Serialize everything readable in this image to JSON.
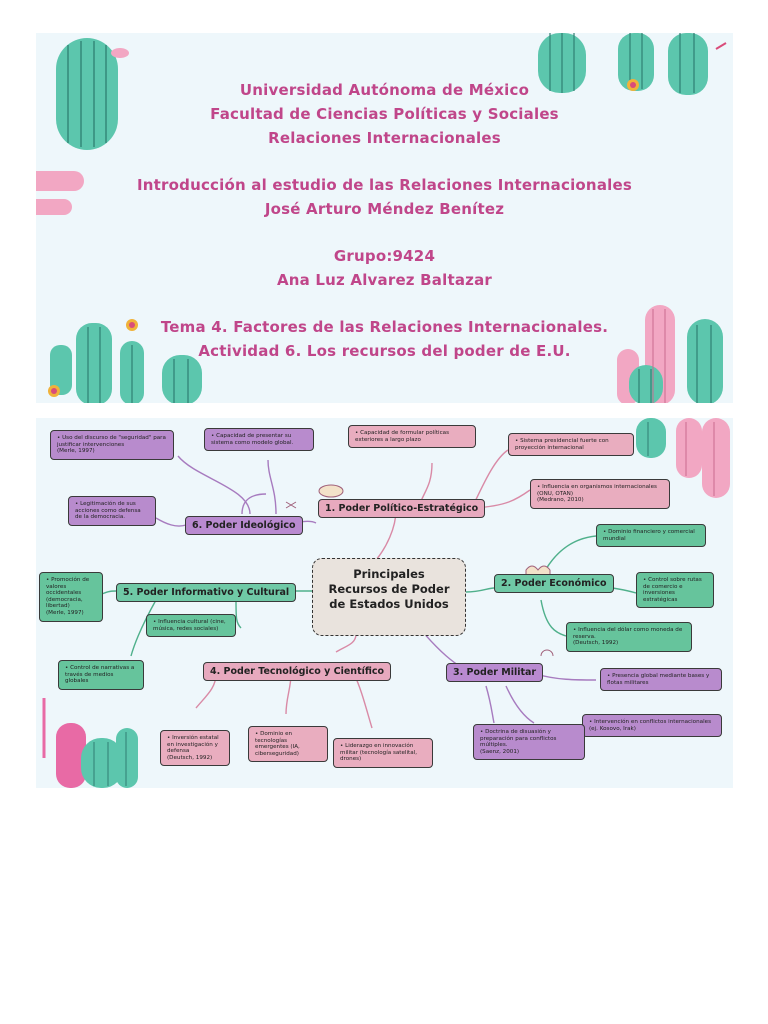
{
  "cover": {
    "lines": [
      "Universidad Autónoma de México",
      "Facultad de Ciencias Políticas y Sociales",
      "Relaciones Internacionales",
      "Introducción al estudio de las Relaciones Internacionales",
      "José Arturo Méndez Benítez",
      "Grupo:9424",
      "Ana Luz Alvarez Baltazar",
      "Tema 4. Factores de las Relaciones Internacionales.",
      "Actividad 6. Los recursos del poder de E.U."
    ]
  },
  "map": {
    "center": [
      "Principales",
      "Recursos de Poder",
      "de Estados Unidos"
    ],
    "main_nodes": {
      "politico": "1. Poder Político-Estratégico",
      "economico": "2. Poder Económico",
      "militar": "3. Poder Militar",
      "tecnologico": "4. Poder Tecnológico y Científico",
      "informativo": "5. Poder Informativo y Cultural",
      "ideologico": "6. Poder Ideológico"
    },
    "leaves": {
      "pol_formular": "Capacidad de formular políticas exteriores a largo plazo",
      "pol_presidencial": "Sistema presidencial fuerte con proyección internacional",
      "pol_organismos": "Influencia en organismos internacionales (ONU, OTAN)",
      "pol_cita": "(Medrano, 2010)",
      "eco_financiero": "Dominio financiero y comercial mundial",
      "eco_control": "Control sobre rutas de comercio e inversiones estratégicas",
      "eco_dolar": "Influencia del dólar como moneda de reserva.",
      "eco_cita": "(Deutsch, 1992)",
      "mil_presencia": "Presencia global mediante bases y flotas militares",
      "mil_intervencion": "Intervención en conflictos internacionales",
      "mil_intervencion_ej": "(ej. Kosovo, Irak)",
      "mil_doctrina": "Doctrina de disuasión y preparación para conflictos múltiples.",
      "mil_cita": "(Saenz, 2001)",
      "tec_inversion": "Inversión estatal en investigación y defensa",
      "tec_cita": "(Deutsch, 1992)",
      "tec_dominio": "Dominio en tecnologías emergentes (IA, ciberseguridad)",
      "tec_liderazgo": "Liderazgo en innovación militar (tecnología satelital, drones)",
      "inf_promocion": "Promoción de valores occidentales (democracia, libertad)",
      "inf_cita": "(Merle, 1997)",
      "inf_cultural": "Influencia cultural (cine, música, redes sociales)",
      "inf_control": "Control de narrativas a través de medios globales",
      "ide_uso": "Uso del discurso de \"seguridad\" para justificar intervenciones",
      "ide_cita": "(Merle, 1997)",
      "ide_capacidad": "Capacidad de presentar su sistema como modelo global.",
      "ide_legitimacion": "Legitimación de sus acciones como defensa de la democracia."
    }
  },
  "colors": {
    "title": "#c0468a",
    "green": "#66c49c",
    "pink": "#e9adbf",
    "purple": "#b88bcd",
    "background": "#eef7fb"
  }
}
